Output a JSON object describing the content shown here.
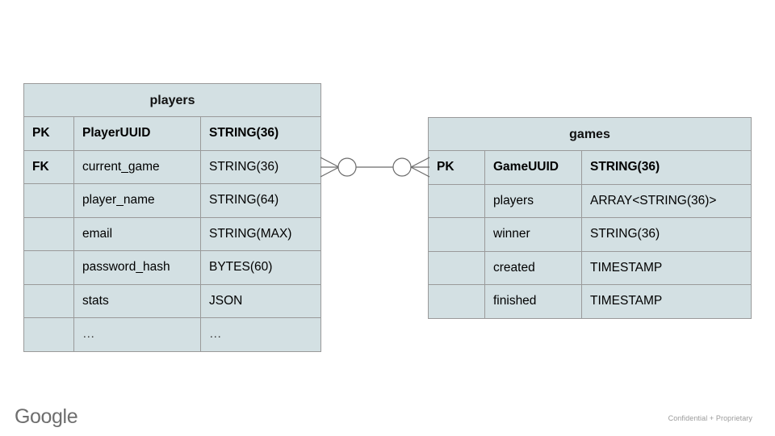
{
  "slide": {
    "background_color": "#ffffff",
    "table_fill_color": "#d3e0e3",
    "table_border_color": "#9a9a9a"
  },
  "diagram": {
    "type": "entity-relationship",
    "entities": [
      {
        "name": "players",
        "columns": [
          "key",
          "field",
          "type"
        ],
        "rows": [
          {
            "key": "PK",
            "field": "PlayerUUID",
            "type": "STRING(36)",
            "emphasis": true
          },
          {
            "key": "FK",
            "field": "current_game",
            "type": "STRING(36)",
            "emphasis": false
          },
          {
            "key": "",
            "field": "player_name",
            "type": "STRING(64)",
            "emphasis": false
          },
          {
            "key": "",
            "field": "email",
            "type": "STRING(MAX)",
            "emphasis": false
          },
          {
            "key": "",
            "field": "password_hash",
            "type": "BYTES(60)",
            "emphasis": false
          },
          {
            "key": "",
            "field": "stats",
            "type": "JSON",
            "emphasis": false
          },
          {
            "key": "",
            "field": "…",
            "type": "…",
            "emphasis": false
          }
        ]
      },
      {
        "name": "games",
        "columns": [
          "key",
          "field",
          "type"
        ],
        "rows": [
          {
            "key": "PK",
            "field": "GameUUID",
            "type": "STRING(36)",
            "emphasis": true
          },
          {
            "key": "",
            "field": "players",
            "type": "ARRAY<STRING(36)>",
            "emphasis": false
          },
          {
            "key": "",
            "field": "winner",
            "type": "STRING(36)",
            "emphasis": false
          },
          {
            "key": "",
            "field": "created",
            "type": "TIMESTAMP",
            "emphasis": false
          },
          {
            "key": "",
            "field": "finished",
            "type": "TIMESTAMP",
            "emphasis": false
          }
        ]
      }
    ],
    "relationship": {
      "from": "players",
      "to": "games",
      "left_cardinality": "zero-or-many",
      "right_cardinality": "zero-or-many",
      "notation": "crows-foot",
      "line_color": "#6b6b6b"
    }
  },
  "footer": {
    "logo_text": "Google",
    "logo_color": "#6e6e6e",
    "confidential_text": "Confidential + Proprietary",
    "confidential_color": "#9b9b9b"
  }
}
